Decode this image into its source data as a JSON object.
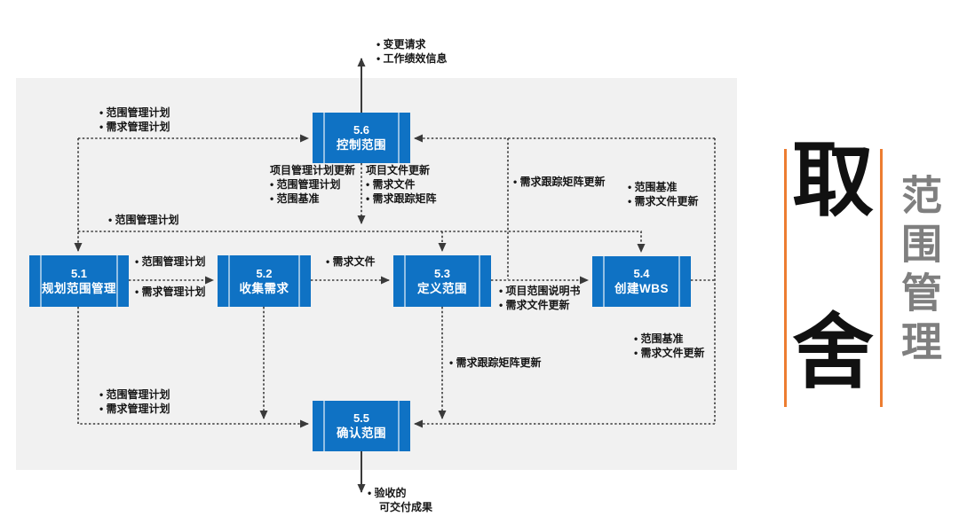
{
  "nodes": {
    "n51": {
      "id": "5.1",
      "name": "规划范围管理"
    },
    "n52": {
      "id": "5.2",
      "name": "收集需求"
    },
    "n53": {
      "id": "5.3",
      "name": "定义范围"
    },
    "n54": {
      "id": "5.4",
      "name": "创建WBS"
    },
    "n55": {
      "id": "5.5",
      "name": "确认范围"
    },
    "n56": {
      "id": "5.6",
      "name": "控制范围"
    }
  },
  "labels": {
    "top_output": [
      "• 变更请求",
      "• 工作绩效信息"
    ],
    "plans_to_control": [
      "• 范围管理计划",
      "• 需求管理计划"
    ],
    "scope_plan_bus": [
      "• 范围管理计划"
    ],
    "pm_plan_updates": [
      "项目管理计划更新",
      "• 范围管理计划",
      "• 范围基准"
    ],
    "doc_updates": [
      "项目文件更新",
      "• 需求文件",
      "• 需求跟踪矩阵"
    ],
    "rtm_update_right": [
      "• 需求跟踪矩阵更新"
    ],
    "baseline_to_control": [
      "• 范围基准",
      "• 需求文件更新"
    ],
    "plan_51_52_a": [
      "• 范围管理计划"
    ],
    "plan_51_52_b": [
      "• 需求管理计划"
    ],
    "req_docs": [
      "• 需求文件"
    ],
    "scope_statement": [
      "• 项目范围说明书",
      "• 需求文件更新"
    ],
    "baseline_below_54": [
      "• 范围基准",
      "• 需求文件更新"
    ],
    "rtm_update_bottom": [
      "• 需求跟踪矩阵更新"
    ],
    "plans_to_validate": [
      "• 范围管理计划",
      "• 需求管理计划"
    ],
    "accepted_deliverables": [
      "• 验收的",
      "可交付成果"
    ]
  },
  "decoration": {
    "tagline": [
      "取",
      "舍"
    ],
    "side_title": "范围管理"
  },
  "colors": {
    "node_blue": "#0f72c4",
    "panel_gray": "#f1f1f1",
    "connector_gray": "#3a3a3a",
    "accent_orange": "#ed7d31",
    "side_title_gray": "#7f7f7f"
  }
}
